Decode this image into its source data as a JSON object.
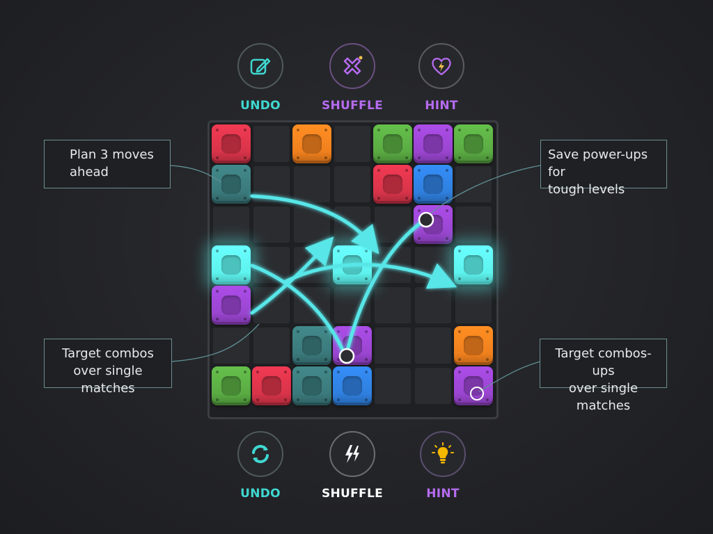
{
  "top_powerups": [
    {
      "label": "UNDO",
      "icon": "pencil-edit-icon",
      "color": "#3fd8d0"
    },
    {
      "label": "SHUFFLE",
      "icon": "shuffle-cross-icon",
      "color": "#b66cf0"
    },
    {
      "label": "HINT",
      "icon": "heart-bolt-icon",
      "color": "#b66cf0"
    }
  ],
  "bottom_powerups": [
    {
      "label": "UNDO",
      "icon": "rotate-arrows-icon",
      "color": "#3fd8d0"
    },
    {
      "label": "SHUFFLE",
      "icon": "lightning-icon",
      "color": "#ffffff"
    },
    {
      "label": "HINT",
      "icon": "lightbulb-icon",
      "color": "#b66cf0"
    }
  ],
  "notes": {
    "top_left": "Plan 3 moves\nahead",
    "top_right": "Save power-ups for\ntough levels",
    "bottom_left": "Target combos\nover single matches",
    "bottom_right": "Target combos-ups\nover single matches"
  },
  "colors": {
    "red": "#d8344a",
    "orange": "#f0801e",
    "green": "#5aab43",
    "purple": "#9a45d0",
    "blue": "#2f7fde",
    "teal": "#3b7a7c",
    "cyan": "#5ef3ee"
  },
  "board": {
    "columns": 7,
    "rows": 7,
    "tiles": [
      {
        "row": 0,
        "col": 0,
        "color": "red"
      },
      {
        "row": 0,
        "col": 2,
        "color": "orange"
      },
      {
        "row": 0,
        "col": 4,
        "color": "green"
      },
      {
        "row": 0,
        "col": 5,
        "color": "purple"
      },
      {
        "row": 0,
        "col": 6,
        "color": "green"
      },
      {
        "row": 1,
        "col": 0,
        "color": "teal"
      },
      {
        "row": 1,
        "col": 4,
        "color": "red"
      },
      {
        "row": 1,
        "col": 5,
        "color": "blue"
      },
      {
        "row": 2,
        "col": 5,
        "color": "purple"
      },
      {
        "row": 3,
        "col": 0,
        "color": "cyan"
      },
      {
        "row": 3,
        "col": 3,
        "color": "cyan"
      },
      {
        "row": 3,
        "col": 6,
        "color": "cyan"
      },
      {
        "row": 4,
        "col": 0,
        "color": "purple"
      },
      {
        "row": 5,
        "col": 2,
        "color": "teal"
      },
      {
        "row": 5,
        "col": 3,
        "color": "purple"
      },
      {
        "row": 5,
        "col": 6,
        "color": "orange"
      },
      {
        "row": 6,
        "col": 0,
        "color": "green"
      },
      {
        "row": 6,
        "col": 1,
        "color": "red"
      },
      {
        "row": 6,
        "col": 2,
        "color": "teal"
      },
      {
        "row": 6,
        "col": 3,
        "color": "blue"
      },
      {
        "row": 6,
        "col": 6,
        "color": "purple"
      }
    ]
  }
}
